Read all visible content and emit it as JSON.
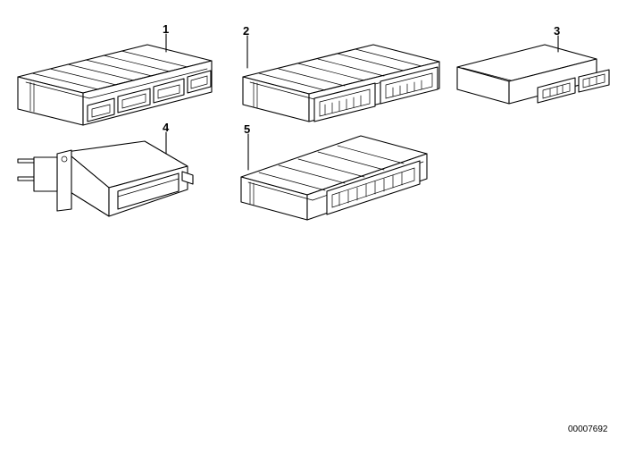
{
  "callouts": [
    "1",
    "2",
    "3",
    "4",
    "5"
  ],
  "drawing_number": "00007692",
  "parts": [
    {
      "callout": "1",
      "icon": "control-unit-four-connectors"
    },
    {
      "callout": "2",
      "icon": "control-unit-two-connectors"
    },
    {
      "callout": "3",
      "icon": "control-unit-compact-two-connectors"
    },
    {
      "callout": "4",
      "icon": "control-unit-with-mounting-bracket"
    },
    {
      "callout": "5",
      "icon": "control-unit-single-connector"
    }
  ]
}
